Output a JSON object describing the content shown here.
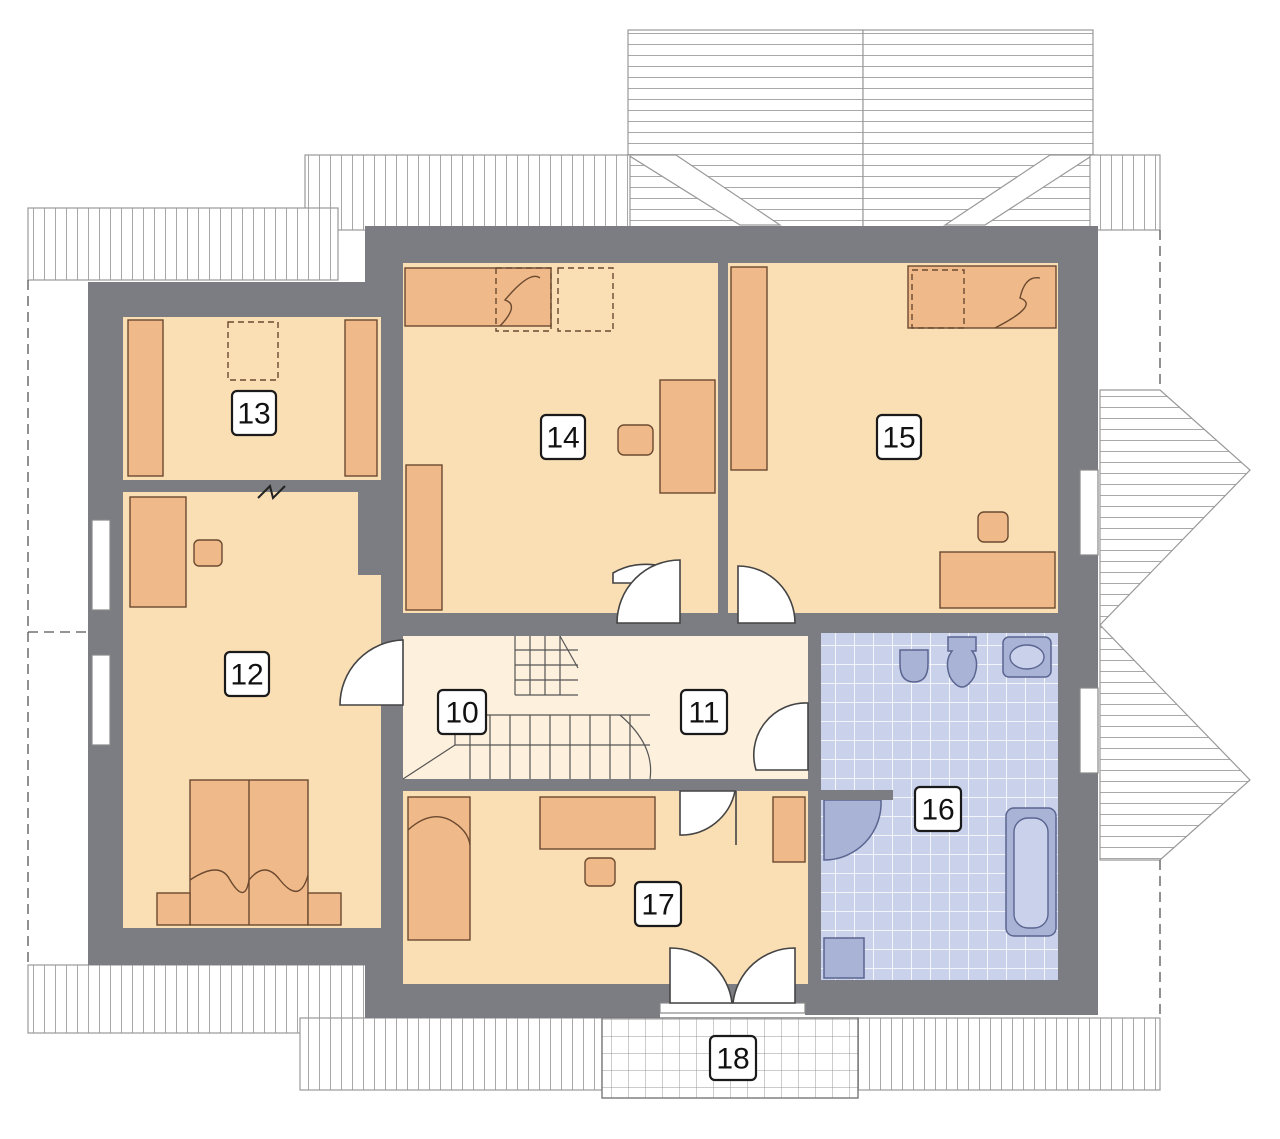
{
  "diagram": {
    "rooms": [
      {
        "id": "10",
        "label": "10"
      },
      {
        "id": "11",
        "label": "11"
      },
      {
        "id": "12",
        "label": "12"
      },
      {
        "id": "13",
        "label": "13"
      },
      {
        "id": "14",
        "label": "14"
      },
      {
        "id": "15",
        "label": "15"
      },
      {
        "id": "16",
        "label": "16"
      },
      {
        "id": "17",
        "label": "17"
      },
      {
        "id": "18",
        "label": "18"
      }
    ]
  },
  "colors": {
    "wall": "#7b7d82",
    "room_floor": "#fadfb5",
    "hall_floor": "#fdf0dc",
    "furniture": "#f0b98a",
    "bath_tile": "#c9d1eb",
    "bath_fixture": "#a9b3d6",
    "roof_outline": "#9a9a9a"
  }
}
